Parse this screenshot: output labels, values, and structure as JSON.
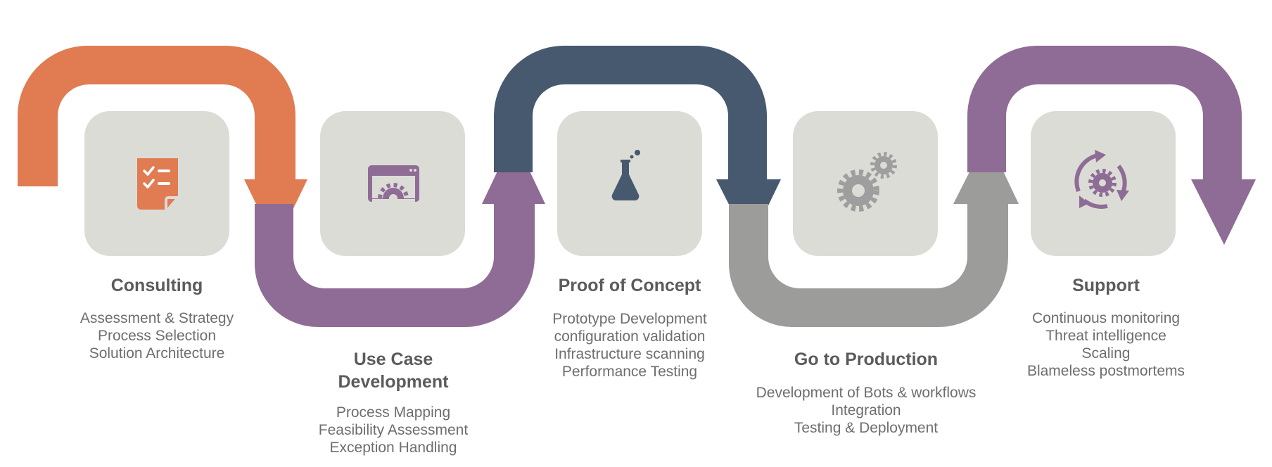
{
  "colors": {
    "orange": "#e07b52",
    "purple": "#8f6c95",
    "navy": "#46596f",
    "gray_band": "#9c9d9b",
    "tile": "#dcdcd7",
    "icon_gray": "#9e9e9e"
  },
  "steps": [
    {
      "title": "Consulting",
      "items": [
        "Assessment & Strategy",
        "Process Selection",
        "Solution Architecture"
      ],
      "icon": "checklist-icon"
    },
    {
      "title": "Use Case Development",
      "title_lines": [
        "Use Case",
        "Development"
      ],
      "items": [
        "Process Mapping",
        "Feasibility Assessment",
        "Exception Handling"
      ],
      "icon": "browser-gear-icon"
    },
    {
      "title": "Proof of Concept",
      "items": [
        "Prototype Development",
        "configuration validation",
        "Infrastructure scanning",
        "Performance Testing"
      ],
      "icon": "flask-icon"
    },
    {
      "title": "Go to Production",
      "items": [
        "Development of Bots & workflows",
        "Integration",
        "Testing & Deployment"
      ],
      "icon": "gears-icon"
    },
    {
      "title": "Support",
      "items": [
        "Continuous monitoring",
        "Threat intelligence",
        "Scaling",
        "Blameless postmortems"
      ],
      "icon": "cycle-gear-icon"
    }
  ]
}
